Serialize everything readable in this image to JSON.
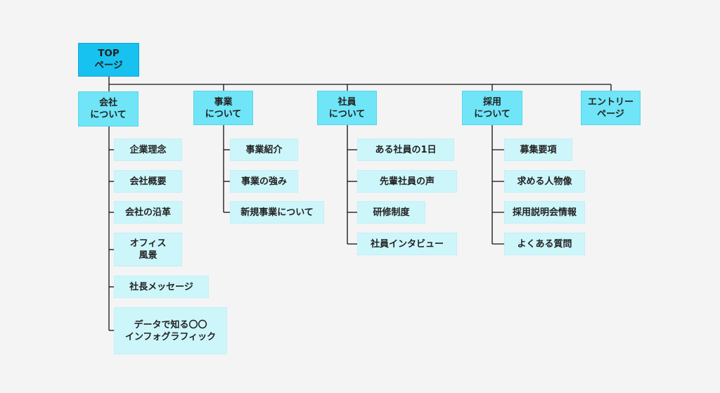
{
  "root": {
    "label": "TOP\nページ"
  },
  "categories": [
    {
      "label": "会社\nについて",
      "children": [
        "企業理念",
        "会社概要",
        "会社の沿革",
        "オフィス\n風景",
        "社長メッセージ",
        "データで知る〇〇\nインフォグラフィック"
      ]
    },
    {
      "label": "事業\nについて",
      "children": [
        "事業紹介",
        "事業の強み",
        "新規事業について"
      ]
    },
    {
      "label": "社員\nについて",
      "children": [
        "ある社員の1日",
        "先輩社員の声",
        "研修制度",
        "社員インタビュー"
      ]
    },
    {
      "label": "採用\nについて",
      "children": [
        "募集要項",
        "求める人物像",
        "採用説明会情報",
        "よくある質問"
      ]
    },
    {
      "label": "エントリー\nページ",
      "children": []
    }
  ],
  "colors": {
    "root_fill": "#17c2f0",
    "category_fill": "#6fe5f7",
    "leaf_fill": "#cdf6fb",
    "connector": "#111111",
    "background": "#f4f4f4"
  }
}
